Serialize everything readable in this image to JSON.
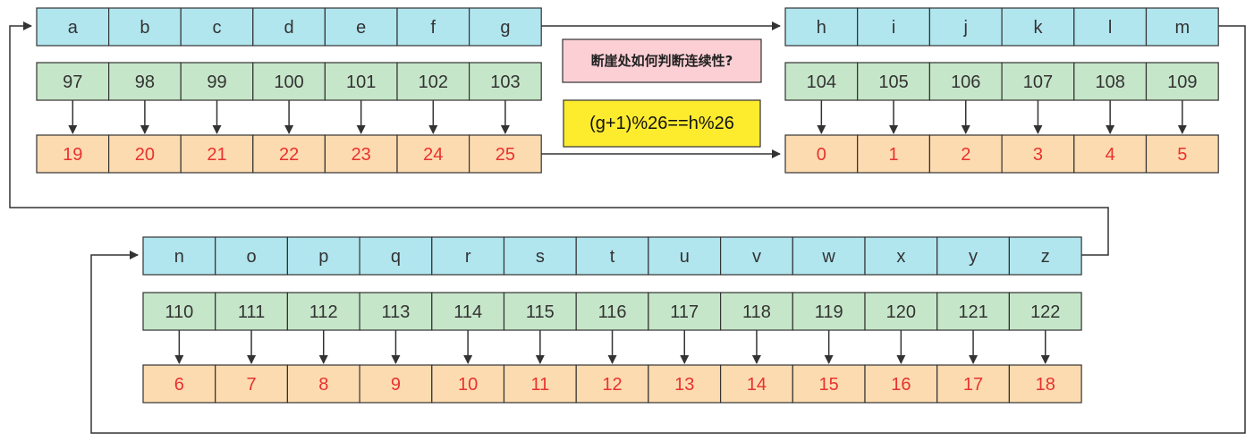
{
  "colors": {
    "letter_fill": "#b1e6ef",
    "ascii_fill": "#c6e6c9",
    "index_fill": "#fddbb0",
    "stroke": "#333333",
    "index_text": "#e8322f",
    "question_fill": "#fbcfd4",
    "formula_fill": "#fdeb2e"
  },
  "rows": [
    {
      "letters": [
        "a",
        "b",
        "c",
        "d",
        "e",
        "f",
        "g"
      ],
      "ascii": [
        "97",
        "98",
        "99",
        "100",
        "101",
        "102",
        "103"
      ],
      "index": [
        "19",
        "20",
        "21",
        "22",
        "23",
        "24",
        "25"
      ]
    },
    {
      "letters": [
        "h",
        "i",
        "j",
        "k",
        "l",
        "m"
      ],
      "ascii": [
        "104",
        "105",
        "106",
        "107",
        "108",
        "109"
      ],
      "index": [
        "0",
        "1",
        "2",
        "3",
        "4",
        "5"
      ]
    },
    {
      "letters": [
        "n",
        "o",
        "p",
        "q",
        "r",
        "s",
        "t",
        "u",
        "v",
        "w",
        "x",
        "y",
        "z"
      ],
      "ascii": [
        "110",
        "111",
        "112",
        "113",
        "114",
        "115",
        "116",
        "117",
        "118",
        "119",
        "120",
        "121",
        "122"
      ],
      "index": [
        "6",
        "7",
        "8",
        "9",
        "10",
        "11",
        "12",
        "13",
        "14",
        "15",
        "16",
        "17",
        "18"
      ]
    }
  ],
  "question": "断崖处如何判断连续性?",
  "formula": "(g+1)%26==h%26"
}
